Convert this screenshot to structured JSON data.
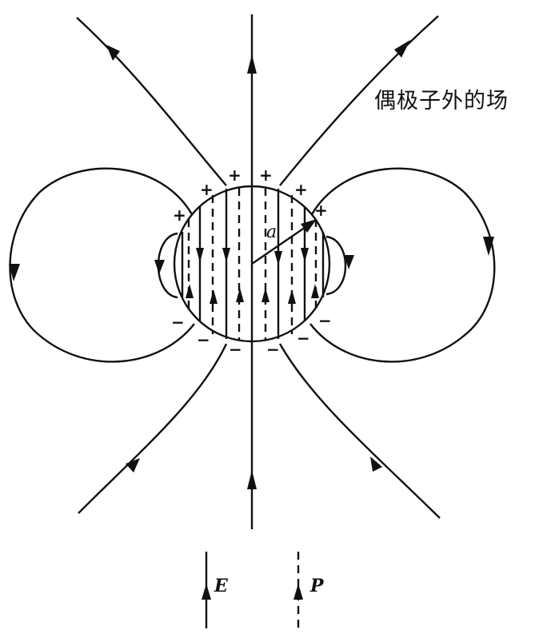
{
  "diagram": {
    "caption": "偶极子外的场",
    "radius_label": "a",
    "surface_charges": {
      "top": [
        "+",
        "+",
        "+",
        "+",
        "+",
        "+",
        "+"
      ],
      "bottom": [
        "−",
        "−",
        "−",
        "−",
        "−",
        "−",
        "−"
      ]
    },
    "legend": [
      {
        "symbol": "E",
        "style": "solid",
        "meaning": "electric field line"
      },
      {
        "symbol": "P",
        "style": "dashed",
        "meaning": "polarization"
      }
    ],
    "colors": {
      "line": "#111111",
      "background": "#ffffff"
    }
  }
}
